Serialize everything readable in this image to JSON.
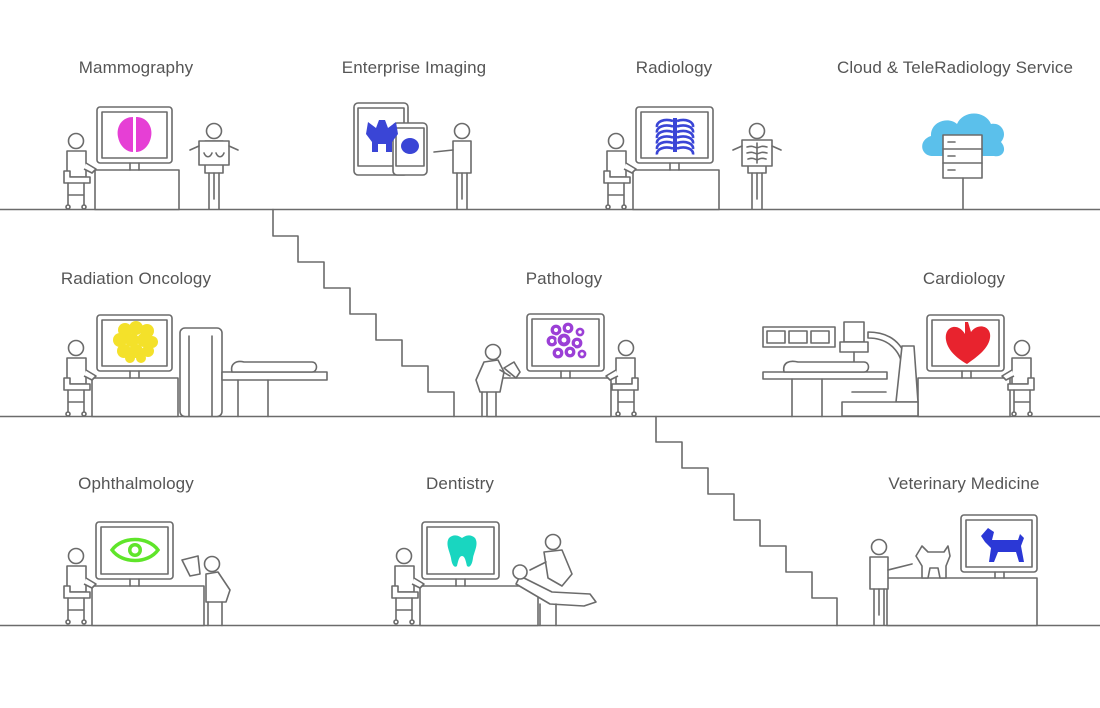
{
  "labels": {
    "mammography": "Mammography",
    "enterprise_imaging": "Enterprise Imaging",
    "radiology": "Radiology",
    "cloud": "Cloud & TeleRadiology Service",
    "radiation_oncology": "Radiation Oncology",
    "pathology": "Pathology",
    "cardiology": "Cardiology",
    "ophthalmology": "Ophthalmology",
    "dentistry": "Dentistry",
    "veterinary": "Veterinary Medicine"
  },
  "colors": {
    "line": "#6b6b6b",
    "mammography": "#e63fd5",
    "enterprise": "#3a45d6",
    "radiology": "#3a45d6",
    "cloud": "#5bc0eb",
    "oncology": "#f4e12a",
    "pathology": "#9b3fd6",
    "cardiology": "#e8232e",
    "ophthalmology": "#5fe52a",
    "dentistry": "#19d6c0",
    "veterinary": "#2b38d6"
  }
}
